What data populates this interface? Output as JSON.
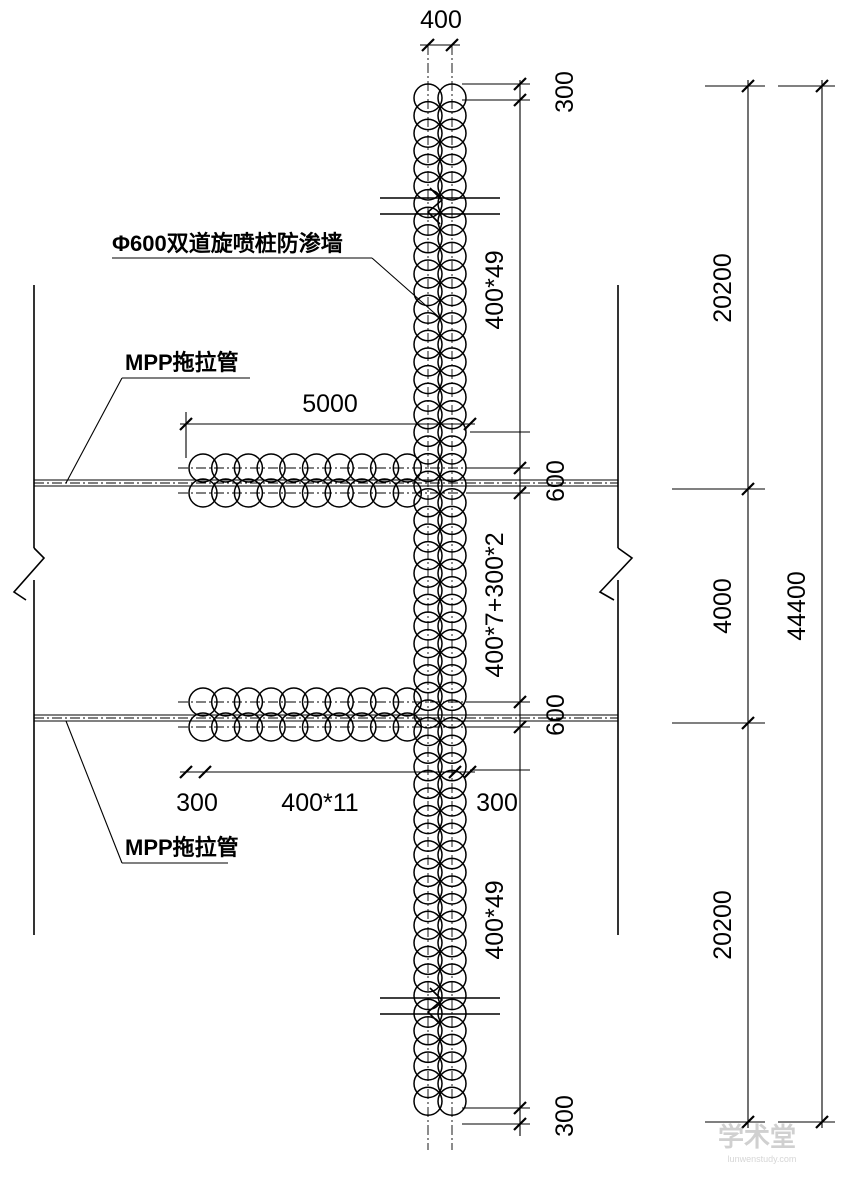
{
  "labels": {
    "wall_label": "Φ600双道旋喷桩防渗墙",
    "pipe_label_upper": "MPP拖拉管",
    "pipe_label_lower": "MPP拖拉管"
  },
  "dimensions": {
    "top_width": "400",
    "top_end": "300",
    "upper_pitch": "400*49",
    "upper_span": "20200",
    "wing_length": "5000",
    "pipe_gap_upper": "600",
    "middle_pitch": "400*7+300*2",
    "middle_span": "4000",
    "total_span": "44400",
    "pipe_gap_lower": "600",
    "wing_end_left": "300",
    "wing_pitch": "400*11",
    "wing_end_right": "300",
    "lower_pitch": "400*49",
    "lower_span": "20200",
    "bottom_end": "300"
  },
  "watermark": {
    "text": "学术堂",
    "url": "lunwenstudy.com"
  }
}
